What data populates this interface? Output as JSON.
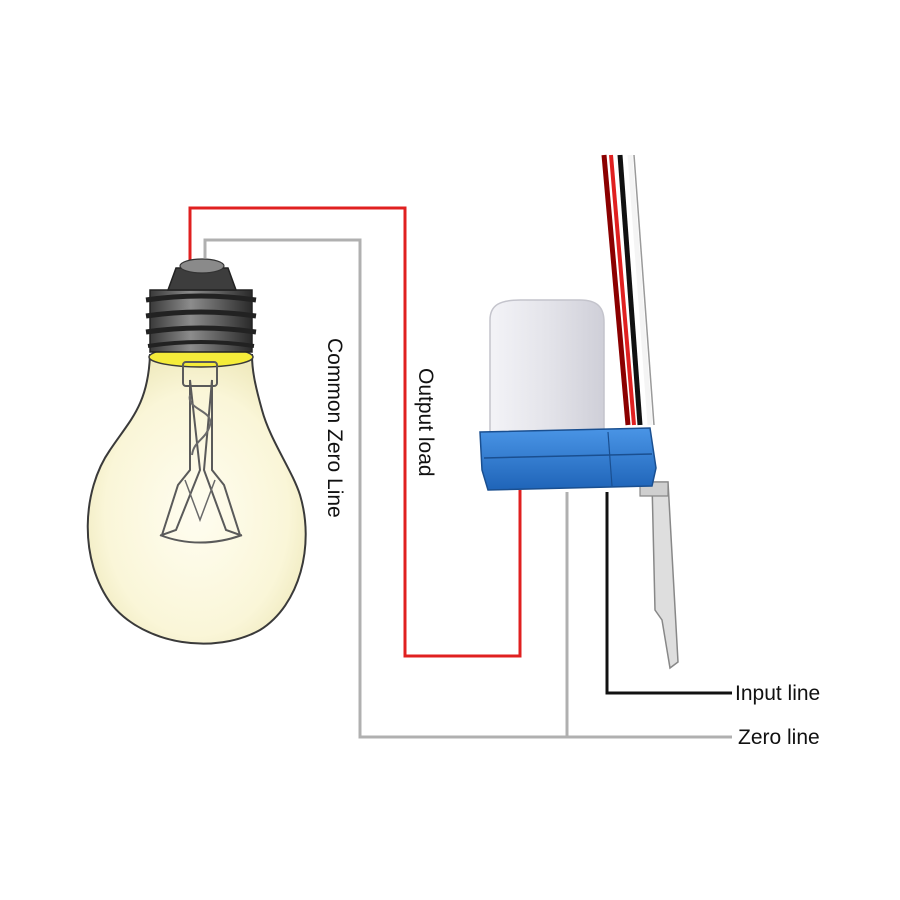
{
  "labels": {
    "common_zero_line": "Common Zero Line",
    "output_load": "Output load",
    "input_line": "Input line",
    "zero_line": "Zero line"
  },
  "colors": {
    "output_wire": "#e02020",
    "zero_wire": "#b0b0b0",
    "input_wire": "#111111",
    "sensor_base": "#2f7fd6",
    "sensor_cap": "#e6e6ec",
    "bulb_glass": "#fbf8df",
    "bulb_glow": "#f5ec3a"
  },
  "icons": {
    "bulb": "light-bulb-icon",
    "sensor": "photocell-sensor-icon"
  }
}
